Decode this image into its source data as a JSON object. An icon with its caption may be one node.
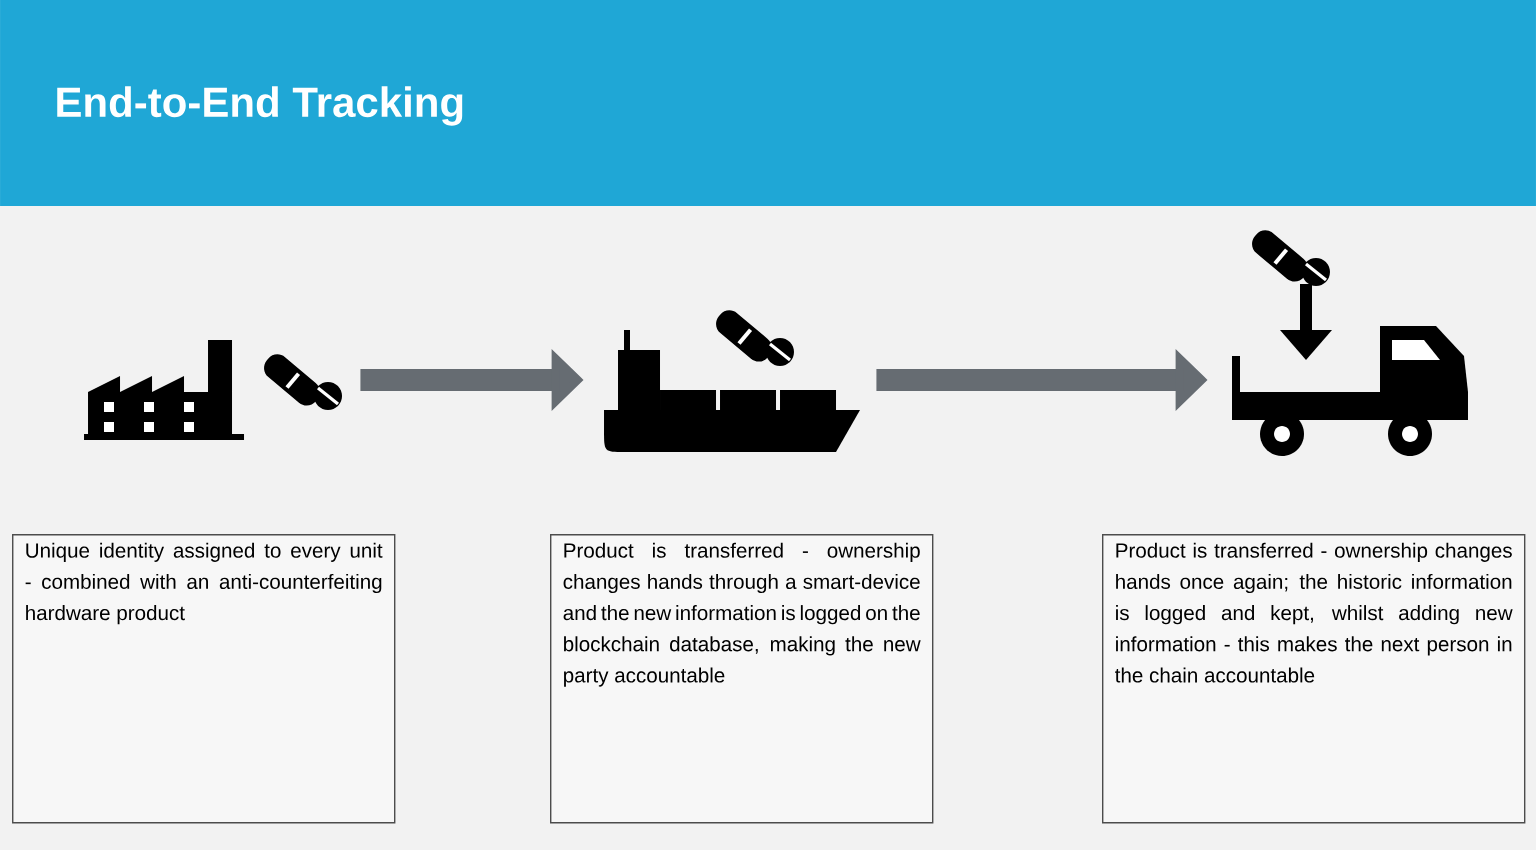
{
  "diagram": {
    "title": "End-to-End Tracking",
    "nodes": [
      {
        "text": [],
        "shape": "picture"
      },
      {
        "text": [],
        "shape": "picture"
      },
      {
        "text": [],
        "shape": "picture"
      },
      {
        "text": [
          "Unique identity assigned to every unit - combined with an anti-counterfeiting hardware product"
        ]
      },
      {
        "text": [
          "Product is transferred - ownership changes hands through a smart-device and the new information is logged on the blockchain database, making the new party accountable"
        ]
      },
      {
        "text": [
          "Product is transferred - ownership changes hands once again; the historic information is logged and kept, whilst adding new information - this makes the next person in the chain accountable"
        ]
      }
    ],
    "edges": [
      {
        "from": 0,
        "to": 1,
        "arrow": "to"
      },
      {
        "from": 1,
        "to": 2,
        "arrow": "to"
      }
    ]
  }
}
